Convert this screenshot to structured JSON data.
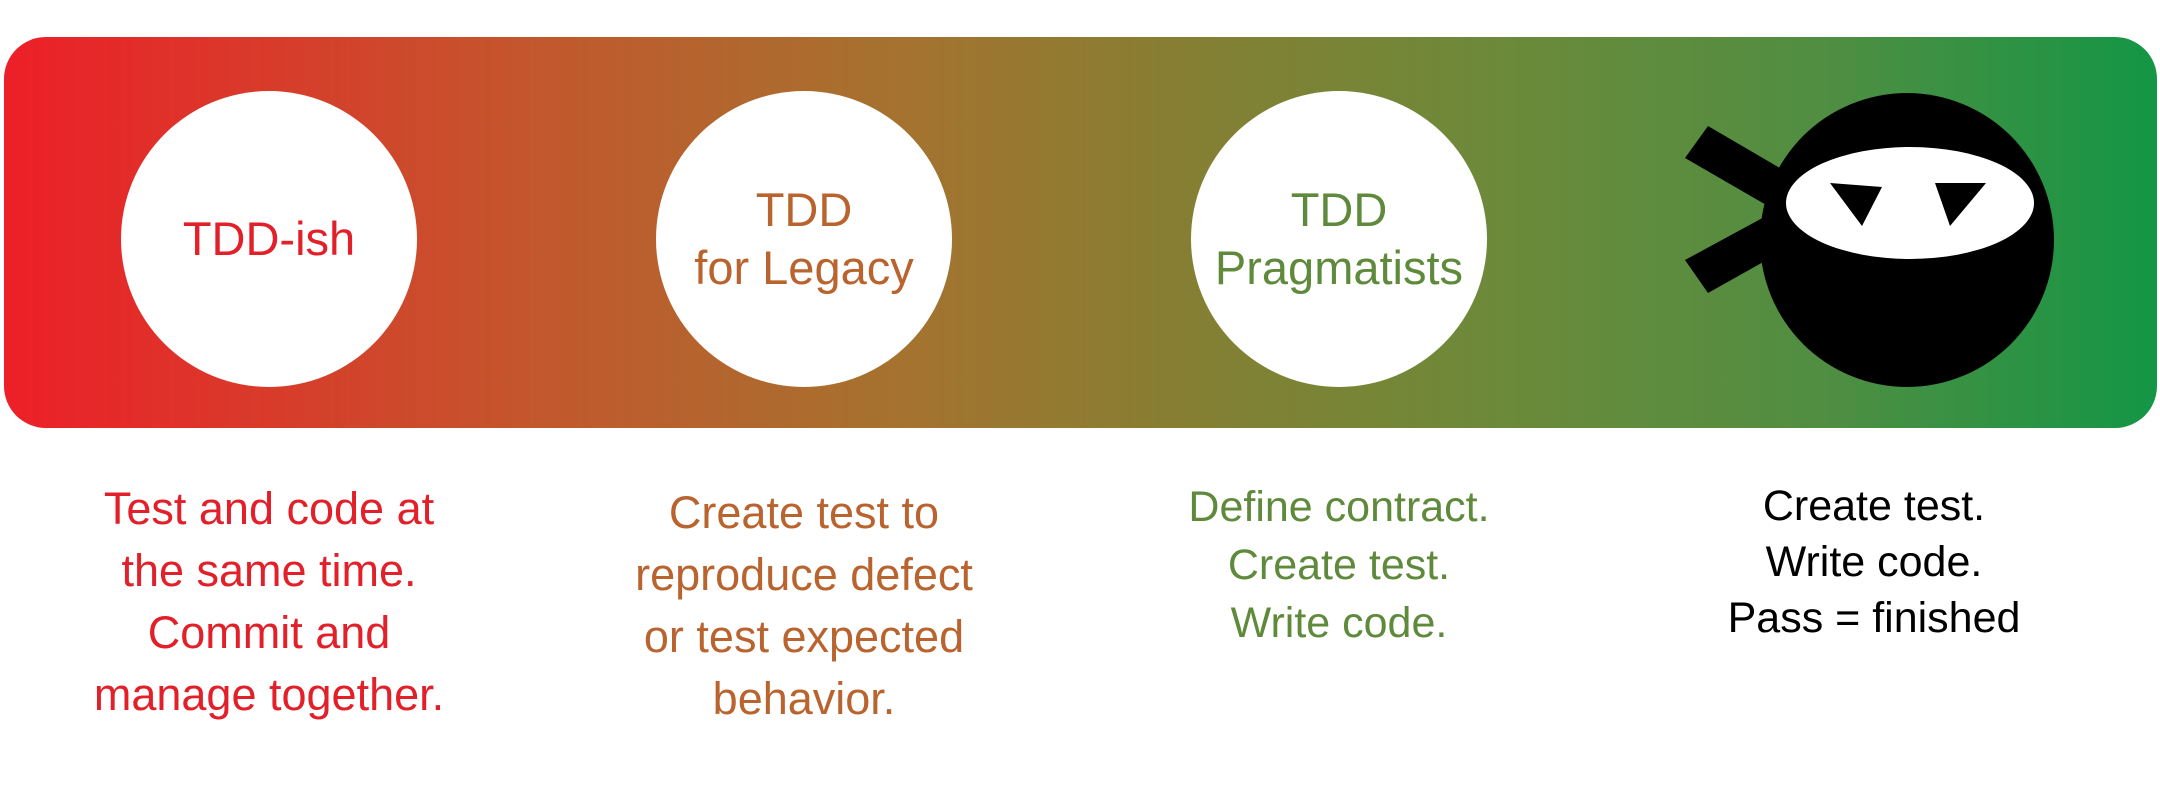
{
  "stages": [
    {
      "title_lines": [
        "TDD-ish"
      ],
      "description_lines": [
        "Test and code at",
        "the same time.",
        "Commit and",
        "manage together."
      ],
      "color": "#e2202a"
    },
    {
      "title_lines": [
        "TDD",
        "for Legacy"
      ],
      "description_lines": [
        "Create test to",
        "reproduce defect",
        "or test expected",
        "behavior."
      ],
      "color": "#b9632e"
    },
    {
      "title_lines": [
        "TDD",
        "Pragmatists"
      ],
      "description_lines": [
        "Define contract.",
        "Create test.",
        "Write code."
      ],
      "color": "#5f8a3b"
    },
    {
      "icon": "ninja-icon",
      "description_lines": [
        "Create test.",
        "Write code.",
        "Pass = finished"
      ],
      "color": "#000000"
    }
  ],
  "gradient": {
    "start": "#ed1f28",
    "end": "#139645"
  }
}
